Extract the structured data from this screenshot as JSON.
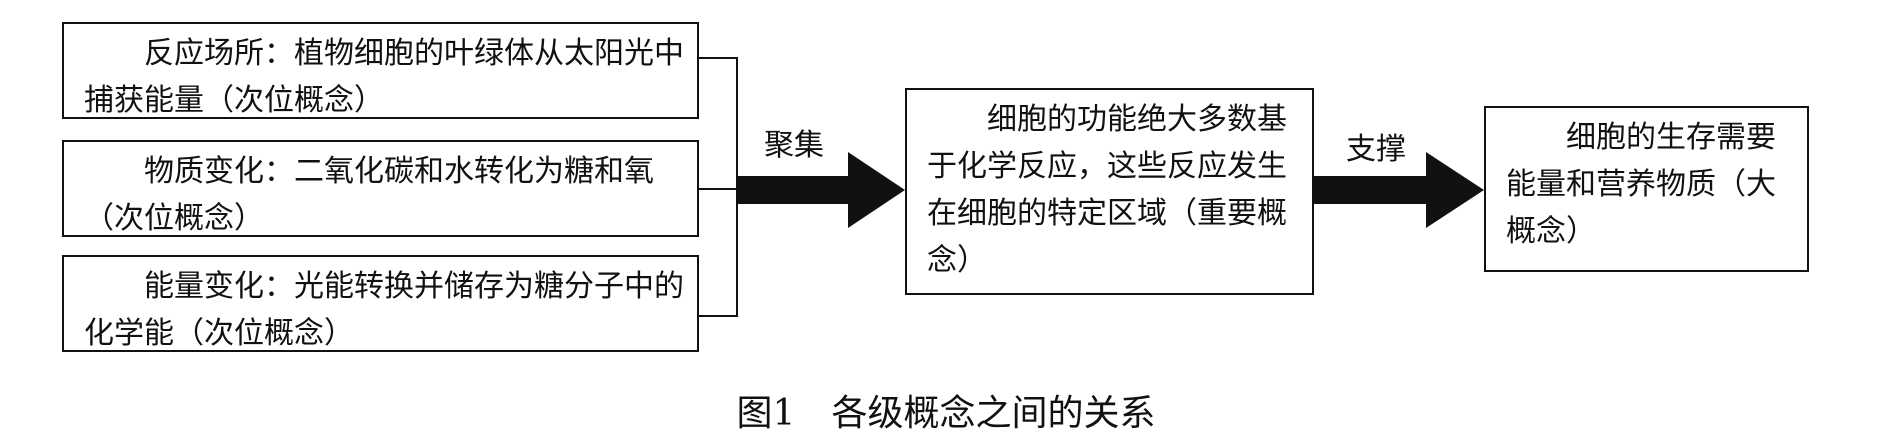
{
  "boxes": {
    "place": "反应场所：植物细胞的叶绿体从太阳光中捕获能量（次位概念）",
    "matter": "物质变化：二氧化碳和水转化为糖和氧（次位概念）",
    "energy": "能量变化：光能转换并储存为糖分子中的化学能（次位概念）",
    "important": "细胞的功能绝大多数基于化学反应，这些反应发生在细胞的特定区域（重要概念）",
    "big": "细胞的生存需要能量和营养物质（大概念）"
  },
  "arrows": {
    "gather": "聚集",
    "support": "支撑"
  },
  "caption": "图1　各级概念之间的关系",
  "colors": {
    "line": "#111111",
    "background": "#ffffff"
  }
}
